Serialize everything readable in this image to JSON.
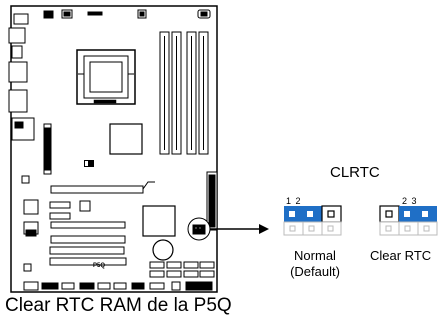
{
  "caption": "Clear RTC RAM de la P5Q",
  "board_model": "P5Q",
  "jumper": {
    "name": "CLRTC",
    "normal_pins": "1 2",
    "clear_pins": "2 3",
    "normal_label": "Normal",
    "normal_sublabel": "(Default)",
    "clear_label": "Clear RTC",
    "cap_color": "#1f6fc6"
  }
}
